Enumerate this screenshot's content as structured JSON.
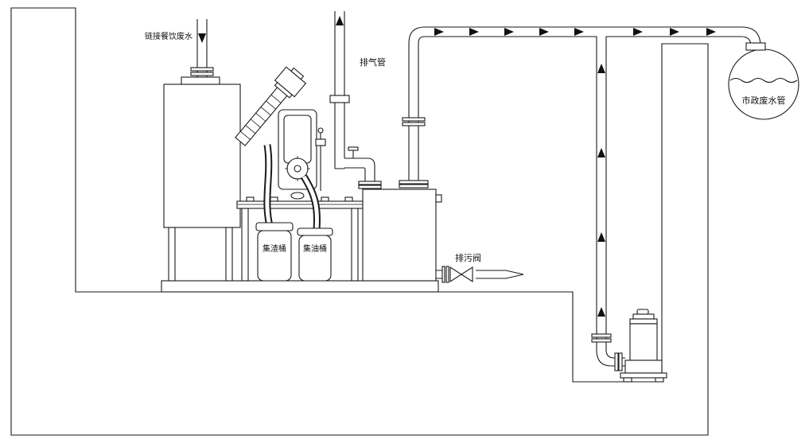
{
  "diagram": {
    "type": "grease-separator-installation-schematic",
    "labels": {
      "inlet_pipe": "链接餐饮废水",
      "vent_pipe": "排气管",
      "drain_valve": "排污阀",
      "slag_bucket": "集渣桶",
      "oil_bucket": "集油桶",
      "municipal_sewer": "市政废水管"
    },
    "colors": {
      "line": "#1a1a1a",
      "background": "#ffffff",
      "pump_body": "#333333"
    }
  }
}
